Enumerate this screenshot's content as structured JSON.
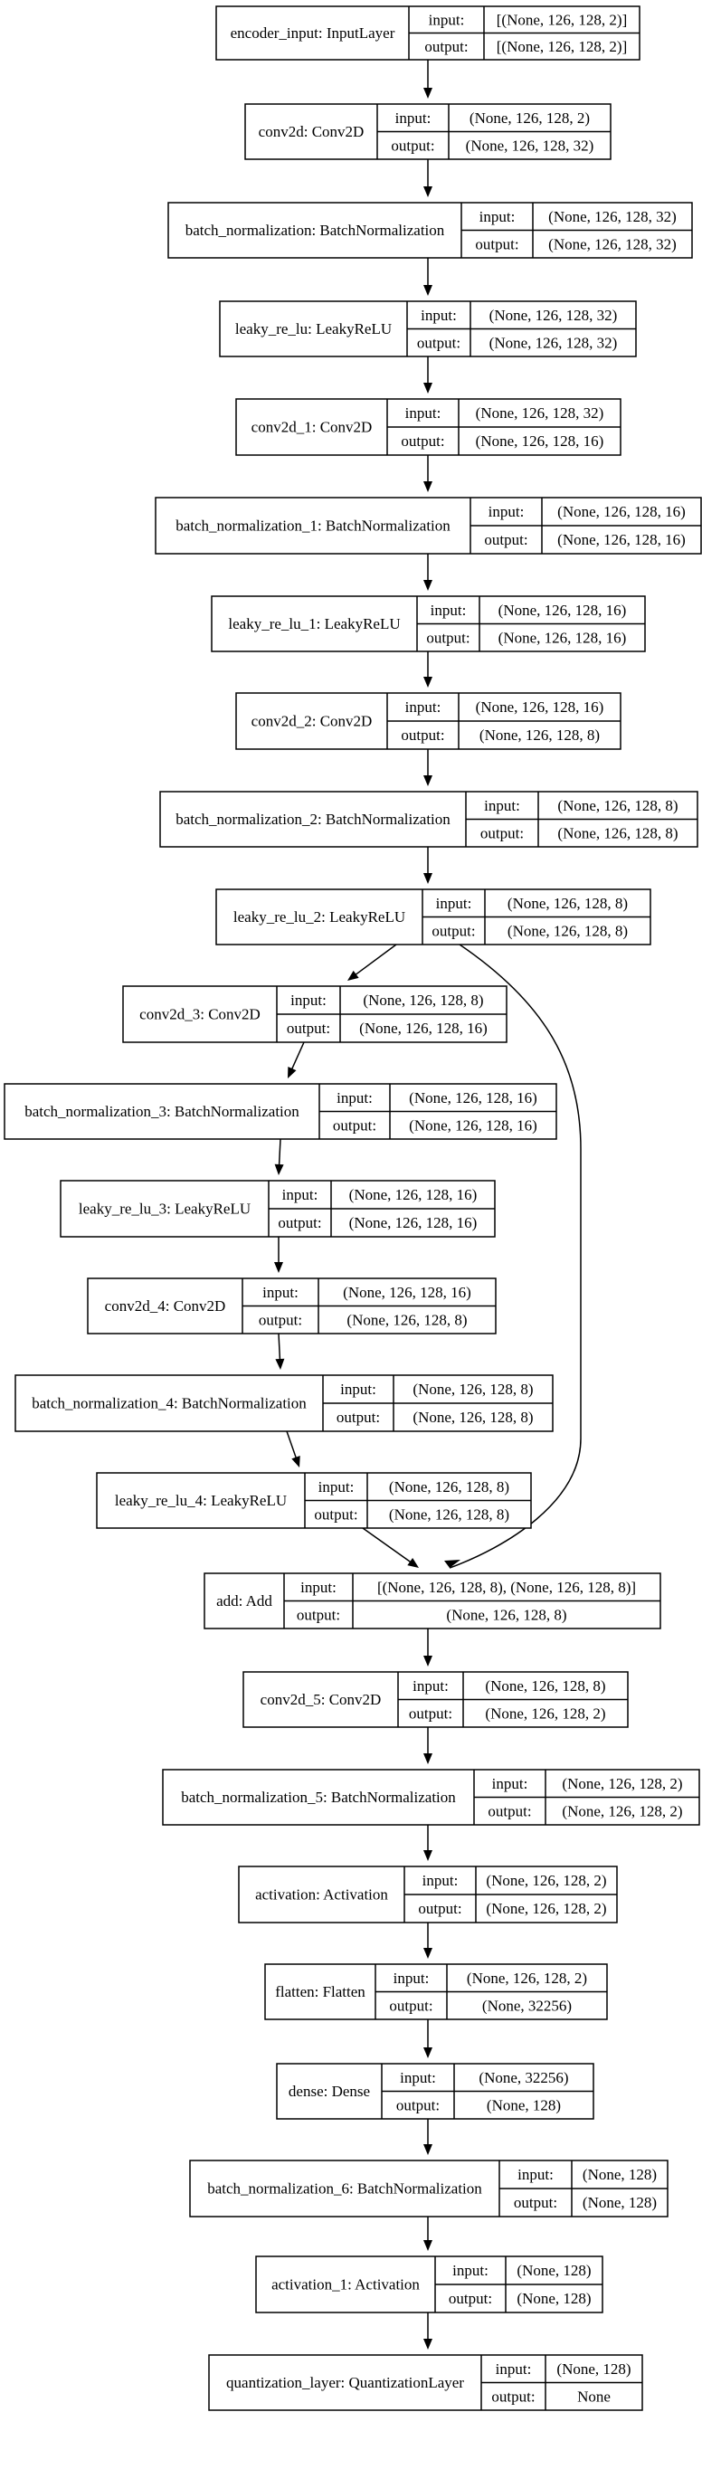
{
  "nodes": [
    {
      "id": "encoder_input",
      "name": "encoder_input: InputLayer",
      "input_label": "input:",
      "output_label": "output:",
      "input": "[(None, 126, 128, 2)]",
      "output": "[(None, 126, 128, 2)]"
    },
    {
      "id": "conv2d",
      "name": "conv2d: Conv2D",
      "input_label": "input:",
      "output_label": "output:",
      "input": "(None, 126, 128, 2)",
      "output": "(None, 126, 128, 32)"
    },
    {
      "id": "batch_normalization",
      "name": "batch_normalization: BatchNormalization",
      "input_label": "input:",
      "output_label": "output:",
      "input": "(None, 126, 128, 32)",
      "output": "(None, 126, 128, 32)"
    },
    {
      "id": "leaky_re_lu",
      "name": "leaky_re_lu: LeakyReLU",
      "input_label": "input:",
      "output_label": "output:",
      "input": "(None, 126, 128, 32)",
      "output": "(None, 126, 128, 32)"
    },
    {
      "id": "conv2d_1",
      "name": "conv2d_1: Conv2D",
      "input_label": "input:",
      "output_label": "output:",
      "input": "(None, 126, 128, 32)",
      "output": "(None, 126, 128, 16)"
    },
    {
      "id": "batch_normalization_1",
      "name": "batch_normalization_1: BatchNormalization",
      "input_label": "input:",
      "output_label": "output:",
      "input": "(None, 126, 128, 16)",
      "output": "(None, 126, 128, 16)"
    },
    {
      "id": "leaky_re_lu_1",
      "name": "leaky_re_lu_1: LeakyReLU",
      "input_label": "input:",
      "output_label": "output:",
      "input": "(None, 126, 128, 16)",
      "output": "(None, 126, 128, 16)"
    },
    {
      "id": "conv2d_2",
      "name": "conv2d_2: Conv2D",
      "input_label": "input:",
      "output_label": "output:",
      "input": "(None, 126, 128, 16)",
      "output": "(None, 126, 128, 8)"
    },
    {
      "id": "batch_normalization_2",
      "name": "batch_normalization_2: BatchNormalization",
      "input_label": "input:",
      "output_label": "output:",
      "input": "(None, 126, 128, 8)",
      "output": "(None, 126, 128, 8)"
    },
    {
      "id": "leaky_re_lu_2",
      "name": "leaky_re_lu_2: LeakyReLU",
      "input_label": "input:",
      "output_label": "output:",
      "input": "(None, 126, 128, 8)",
      "output": "(None, 126, 128, 8)"
    },
    {
      "id": "conv2d_3",
      "name": "conv2d_3: Conv2D",
      "input_label": "input:",
      "output_label": "output:",
      "input": "(None, 126, 128, 8)",
      "output": "(None, 126, 128, 16)"
    },
    {
      "id": "batch_normalization_3",
      "name": "batch_normalization_3: BatchNormalization",
      "input_label": "input:",
      "output_label": "output:",
      "input": "(None, 126, 128, 16)",
      "output": "(None, 126, 128, 16)"
    },
    {
      "id": "leaky_re_lu_3",
      "name": "leaky_re_lu_3: LeakyReLU",
      "input_label": "input:",
      "output_label": "output:",
      "input": "(None, 126, 128, 16)",
      "output": "(None, 126, 128, 16)"
    },
    {
      "id": "conv2d_4",
      "name": "conv2d_4: Conv2D",
      "input_label": "input:",
      "output_label": "output:",
      "input": "(None, 126, 128, 16)",
      "output": "(None, 126, 128, 8)"
    },
    {
      "id": "batch_normalization_4",
      "name": "batch_normalization_4: BatchNormalization",
      "input_label": "input:",
      "output_label": "output:",
      "input": "(None, 126, 128, 8)",
      "output": "(None, 126, 128, 8)"
    },
    {
      "id": "leaky_re_lu_4",
      "name": "leaky_re_lu_4: LeakyReLU",
      "input_label": "input:",
      "output_label": "output:",
      "input": "(None, 126, 128, 8)",
      "output": "(None, 126, 128, 8)"
    },
    {
      "id": "add",
      "name": "add: Add",
      "input_label": "input:",
      "output_label": "output:",
      "input": "[(None, 126, 128, 8), (None, 126, 128, 8)]",
      "output": "(None, 126, 128, 8)"
    },
    {
      "id": "conv2d_5",
      "name": "conv2d_5: Conv2D",
      "input_label": "input:",
      "output_label": "output:",
      "input": "(None, 126, 128, 8)",
      "output": "(None, 126, 128, 2)"
    },
    {
      "id": "batch_normalization_5",
      "name": "batch_normalization_5: BatchNormalization",
      "input_label": "input:",
      "output_label": "output:",
      "input": "(None, 126, 128, 2)",
      "output": "(None, 126, 128, 2)"
    },
    {
      "id": "activation",
      "name": "activation: Activation",
      "input_label": "input:",
      "output_label": "output:",
      "input": "(None, 126, 128, 2)",
      "output": "(None, 126, 128, 2)"
    },
    {
      "id": "flatten",
      "name": "flatten: Flatten",
      "input_label": "input:",
      "output_label": "output:",
      "input": "(None, 126, 128, 2)",
      "output": "(None, 32256)"
    },
    {
      "id": "dense",
      "name": "dense: Dense",
      "input_label": "input:",
      "output_label": "output:",
      "input": "(None, 32256)",
      "output": "(None, 128)"
    },
    {
      "id": "batch_normalization_6",
      "name": "batch_normalization_6: BatchNormalization",
      "input_label": "input:",
      "output_label": "output:",
      "input": "(None, 128)",
      "output": "(None, 128)"
    },
    {
      "id": "activation_1",
      "name": "activation_1: Activation",
      "input_label": "input:",
      "output_label": "output:",
      "input": "(None, 128)",
      "output": "(None, 128)"
    },
    {
      "id": "quantization_layer",
      "name": "quantization_layer: QuantizationLayer",
      "input_label": "input:",
      "output_label": "output:",
      "input": "(None, 128)",
      "output": "None"
    }
  ],
  "edges": [
    [
      "encoder_input",
      "conv2d"
    ],
    [
      "conv2d",
      "batch_normalization"
    ],
    [
      "batch_normalization",
      "leaky_re_lu"
    ],
    [
      "leaky_re_lu",
      "conv2d_1"
    ],
    [
      "conv2d_1",
      "batch_normalization_1"
    ],
    [
      "batch_normalization_1",
      "leaky_re_lu_1"
    ],
    [
      "leaky_re_lu_1",
      "conv2d_2"
    ],
    [
      "conv2d_2",
      "batch_normalization_2"
    ],
    [
      "batch_normalization_2",
      "leaky_re_lu_2"
    ],
    [
      "leaky_re_lu_2",
      "conv2d_3"
    ],
    [
      "conv2d_3",
      "batch_normalization_3"
    ],
    [
      "batch_normalization_3",
      "leaky_re_lu_3"
    ],
    [
      "leaky_re_lu_3",
      "conv2d_4"
    ],
    [
      "conv2d_4",
      "batch_normalization_4"
    ],
    [
      "batch_normalization_4",
      "leaky_re_lu_4"
    ],
    [
      "leaky_re_lu_4",
      "add"
    ],
    [
      "leaky_re_lu_2",
      "add"
    ],
    [
      "add",
      "conv2d_5"
    ],
    [
      "conv2d_5",
      "batch_normalization_5"
    ],
    [
      "batch_normalization_5",
      "activation"
    ],
    [
      "activation",
      "flatten"
    ],
    [
      "flatten",
      "dense"
    ],
    [
      "dense",
      "batch_normalization_6"
    ],
    [
      "batch_normalization_6",
      "activation_1"
    ],
    [
      "activation_1",
      "quantization_layer"
    ]
  ]
}
